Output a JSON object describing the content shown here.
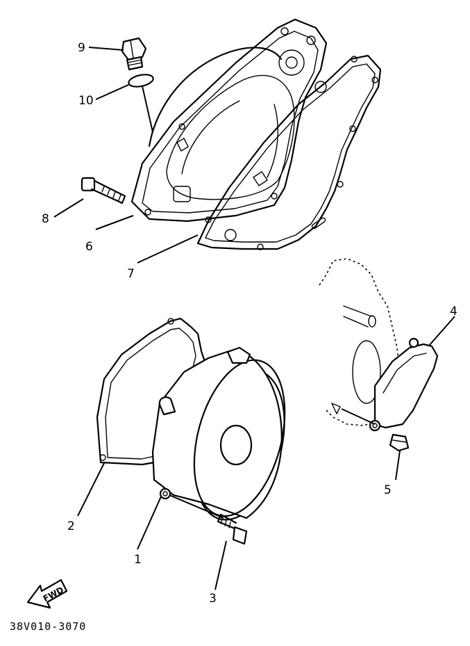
{
  "callouts": [
    {
      "id": "1",
      "label": "1"
    },
    {
      "id": "2",
      "label": "2"
    },
    {
      "id": "3",
      "label": "3"
    },
    {
      "id": "4",
      "label": "4"
    },
    {
      "id": "5",
      "label": "5"
    },
    {
      "id": "6",
      "label": "6"
    },
    {
      "id": "7",
      "label": "7"
    },
    {
      "id": "8",
      "label": "8"
    },
    {
      "id": "9",
      "label": "9"
    },
    {
      "id": "10",
      "label": "10"
    }
  ],
  "fwd_label": "FWD",
  "diagram_code": "38V010-3070"
}
